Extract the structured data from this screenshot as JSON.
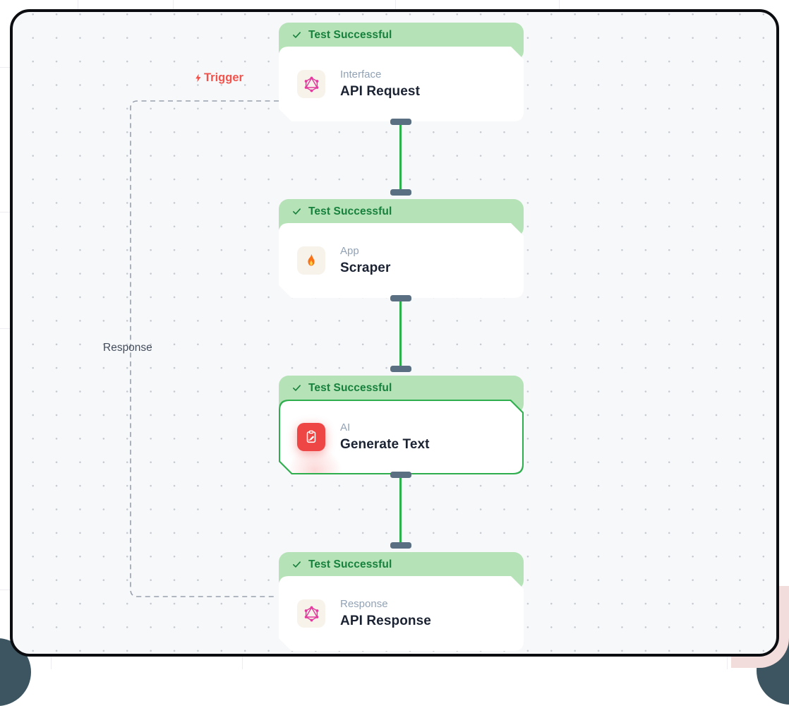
{
  "canvas": {
    "bg": "#f7f8fa",
    "dot_color": "#c5c9d0",
    "frame_color": "#0c0d11"
  },
  "edges": {
    "trigger_label": "Trigger",
    "response_label": "Response",
    "trigger_color": "#f2544d",
    "dashed_color": "#9aa1ac",
    "connector_color": "#2cb14b",
    "handle_color": "#5a7082"
  },
  "status_banner": {
    "bg": "#b6e2b7",
    "text_color": "#16813c"
  },
  "selected_border_color": "#2fae4e",
  "nodes": [
    {
      "status": "Test Successful",
      "category": "Interface",
      "title": "API Request",
      "icon": "graphql-icon",
      "selected": false
    },
    {
      "status": "Test Successful",
      "category": "App",
      "title": "Scraper",
      "icon": "fire-icon",
      "selected": false
    },
    {
      "status": "Test Successful",
      "category": "AI",
      "title": "Generate Text",
      "icon": "clipboard-pen-icon",
      "selected": true
    },
    {
      "status": "Test Successful",
      "category": "Response",
      "title": "API Response",
      "icon": "graphql-icon",
      "selected": false
    }
  ]
}
